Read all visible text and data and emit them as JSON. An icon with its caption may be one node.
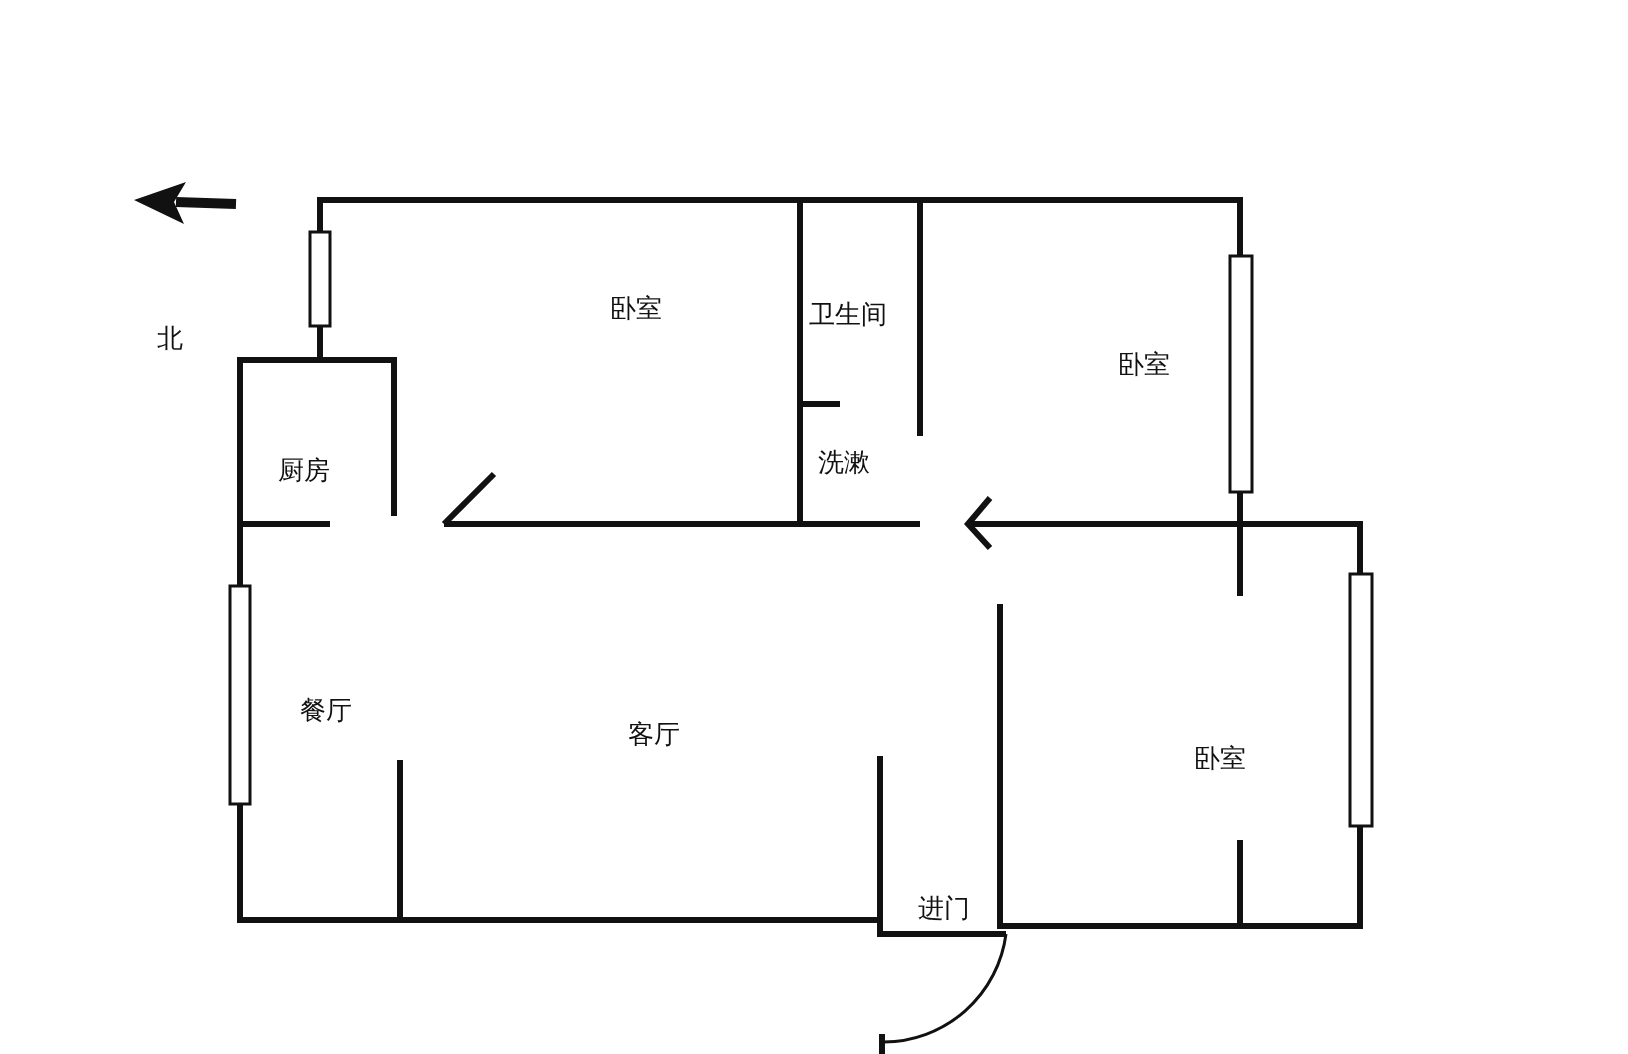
{
  "diagram": {
    "labels": [
      "北",
      "卧室",
      "卫生间",
      "卧室",
      "厨房",
      "洗漱",
      "餐厅",
      "客厅",
      "卧室",
      "进门"
    ]
  }
}
